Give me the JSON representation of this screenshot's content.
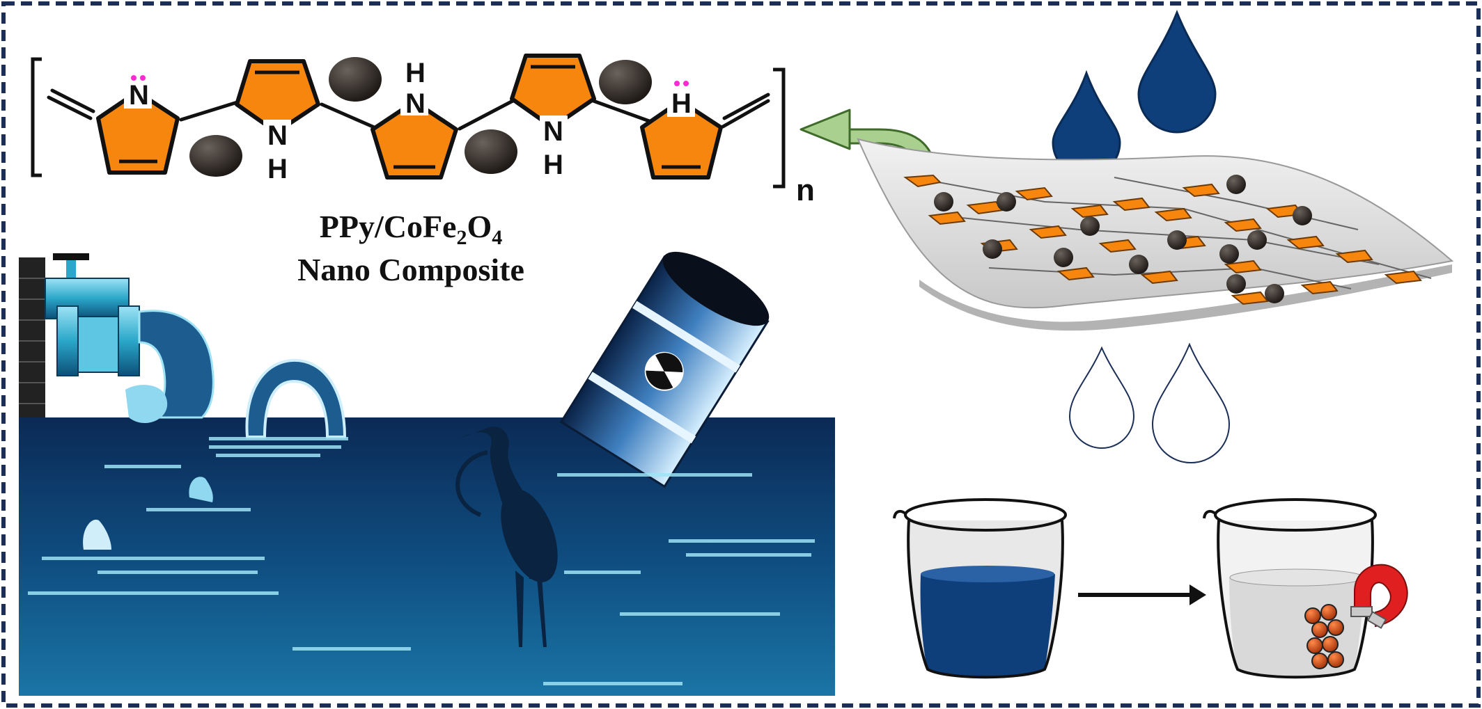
{
  "polymer": {
    "atoms": [
      "N",
      "H",
      "N",
      "H",
      "H",
      "N",
      "H",
      "N"
    ],
    "repeat_subscript": "n"
  },
  "caption": {
    "line1_prefix": "PPy/CoFe",
    "line1_sub1": "2",
    "line1_mid": "O",
    "line1_sub2": "4",
    "line2": "Nano Composite"
  },
  "colors": {
    "ring_orange": "#f7860f",
    "particle_dark": "#2b2622",
    "water_blue": "#0e3f7a",
    "arrow_green": "#a9d08e",
    "frame_navy": "#1b2e57",
    "magnet_red": "#e02020"
  },
  "icons": [
    "faucet-pipe-icon",
    "drain-pipe-icon",
    "radioactive-barrel-icon",
    "heron-icon",
    "water-drop-icon",
    "beaker-icon",
    "magnet-icon"
  ]
}
